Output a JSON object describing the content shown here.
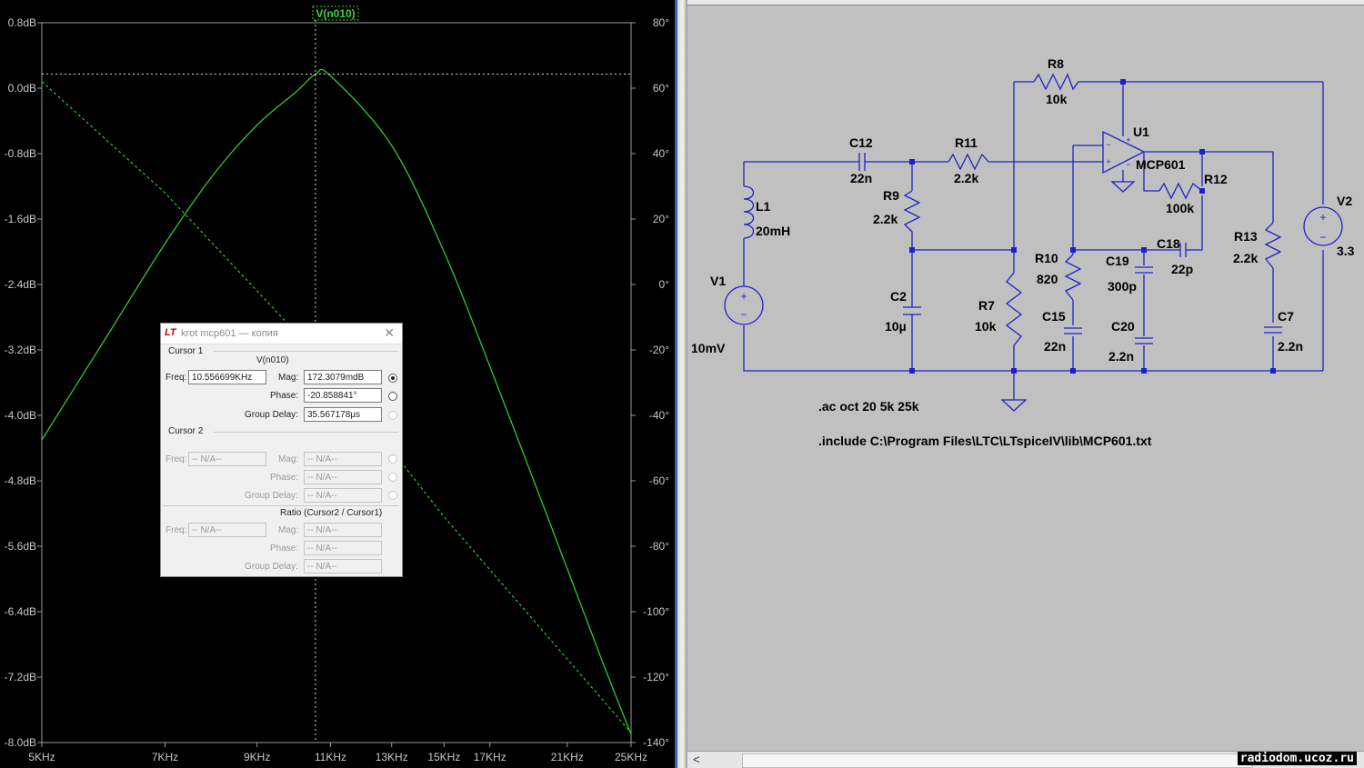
{
  "waveform": {
    "trace_label": "V(n010)",
    "left_axis_ticks": [
      "0.8dB",
      "0.0dB",
      "-0.8dB",
      "-1.6dB",
      "-2.4dB",
      "-3.2dB",
      "-4.0dB",
      "-4.8dB",
      "-5.6dB",
      "-6.4dB",
      "-7.2dB",
      "-8.0dB"
    ],
    "right_axis_ticks": [
      "80°",
      "60°",
      "40°",
      "20°",
      "0°",
      "-20°",
      "-40°",
      "-60°",
      "-80°",
      "-100°",
      "-120°",
      "-140°"
    ],
    "x_axis_ticks": [
      "5KHz",
      "7KHz",
      "9KHz",
      "11KHz",
      "13KHz",
      "15KHz",
      "17KHz",
      "21KHz",
      "25KHz"
    ],
    "trace_color": "#32c832"
  },
  "chart_data": {
    "type": "line",
    "title": "V(n010)",
    "xlabel": "",
    "ylabel": "",
    "x_scale": "log",
    "xlim": [
      5000,
      25000
    ],
    "ylim": [
      -8.0,
      0.8
    ],
    "y2lim": [
      -140,
      80
    ],
    "grid": false,
    "series": [
      {
        "name": "V(n010)",
        "axis": "magnitude (dB)",
        "style": "solid",
        "x": [
          5000,
          6000,
          7000,
          8000,
          9000,
          10000,
          10557,
          11000,
          13000,
          15000,
          17000,
          20000,
          23000,
          25000
        ],
        "values": [
          -4.3,
          -3.0,
          -1.9,
          -1.05,
          -0.45,
          -0.05,
          0.17,
          0.15,
          -0.7,
          -2.0,
          -3.4,
          -5.3,
          -6.95,
          -7.9
        ]
      },
      {
        "name": "V(n010)",
        "axis": "phase (deg)",
        "style": "dashed",
        "x": [
          5000,
          7000,
          10557,
          15000,
          25000
        ],
        "values": [
          62,
          28,
          -21,
          -71,
          -137
        ]
      }
    ],
    "cursor": {
      "x": 10556.699,
      "magnitude_db": 0.1723,
      "phase_deg": -20.858841
    }
  },
  "dialog": {
    "title": "krot mcp601 — копия",
    "cursor1": {
      "group_label": "Cursor 1",
      "trace": "V(n010)",
      "freq_label": "Freq:",
      "freq_value": "10.556699KHz",
      "mag_label": "Mag:",
      "mag_value": "172.3079mdB",
      "phase_label": "Phase:",
      "phase_value": "-20.858841°",
      "gd_label": "Group Delay:",
      "gd_value": "35.567178µs"
    },
    "cursor2": {
      "group_label": "Cursor 2",
      "freq_label": "Freq:",
      "freq_value": "-- N/A--",
      "mag_label": "Mag:",
      "mag_value": "-- N/A--",
      "phase_label": "Phase:",
      "phase_value": "-- N/A--",
      "gd_label": "Group Delay:",
      "gd_value": "-- N/A--"
    },
    "ratio": {
      "group_label": "Ratio (Cursor2 / Cursor1)",
      "freq_label": "Freq:",
      "freq_value": "-- N/A--",
      "mag_label": "Mag:",
      "mag_value": "-- N/A--",
      "phase_label": "Phase:",
      "phase_value": "-- N/A--",
      "gd_label": "Group Delay:",
      "gd_value": "-- N/A--"
    }
  },
  "schematic": {
    "wire_color": "#2020c8",
    "labels": {
      "r8": "R8",
      "r8_val": "10k",
      "c12": "C12",
      "c12_val": "22n",
      "r11": "R11",
      "r11_val": "2.2k",
      "u1": "U1",
      "u1_val": "MCP601",
      "r12": "R12",
      "r12_val": "100k",
      "l1": "L1",
      "l1_val": "20mH",
      "r9": "R9",
      "r9_val": "2.2k",
      "v2": "V2",
      "v2_val": "3.3",
      "c18": "C18",
      "c18_val": "22p",
      "r13": "R13",
      "r13_val": "2.2k",
      "r10": "R10",
      "r10_val": "820",
      "c19": "C19",
      "c19_val": "300p",
      "v1": "V1",
      "v1_val": "10mV",
      "c2": "C2",
      "c2_val": "10µ",
      "r7": "R7",
      "r7_val": "10k",
      "c15": "C15",
      "c15_val": "22n",
      "c20": "C20",
      "c20_val": "2.2n",
      "c7": "C7",
      "c7_val": "2.2n"
    },
    "directive_ac": ".ac oct 20 5k 25k",
    "directive_include": ".include C:\\Program Files\\LTC\\LTspiceIV\\lib\\MCP601.txt"
  },
  "watermark": "radiodom.ucoz.ru"
}
